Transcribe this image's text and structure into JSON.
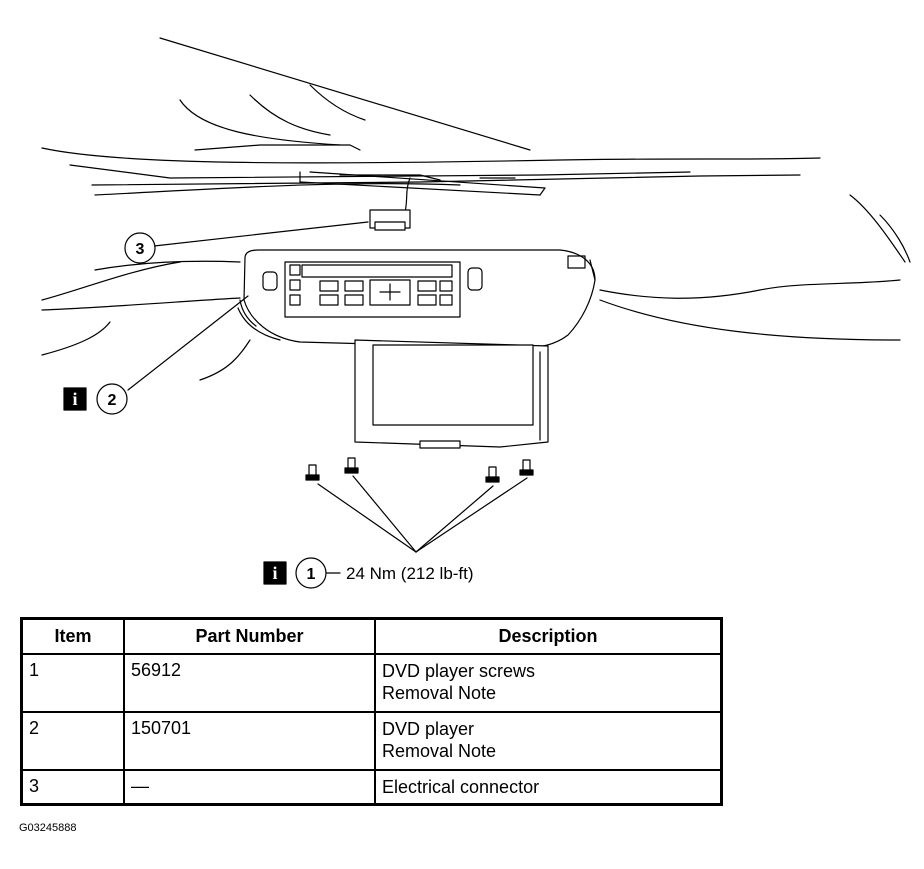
{
  "callouts": {
    "c1": "1",
    "c2": "2",
    "c3": "3",
    "info_icon": "i",
    "torque": "24 Nm (212 lb-ft)"
  },
  "table": {
    "headers": [
      "Item",
      "Part Number",
      "Description"
    ],
    "rows": [
      {
        "item": "1",
        "part_number": "56912",
        "description": [
          "DVD player screws",
          "Removal Note"
        ]
      },
      {
        "item": "2",
        "part_number": "150701",
        "description": [
          "DVD player",
          "Removal Note"
        ]
      },
      {
        "item": "3",
        "part_number": "—",
        "description": [
          "Electrical connector"
        ]
      }
    ]
  },
  "figure_id": "G03245888",
  "icons": [
    "info-icon"
  ]
}
